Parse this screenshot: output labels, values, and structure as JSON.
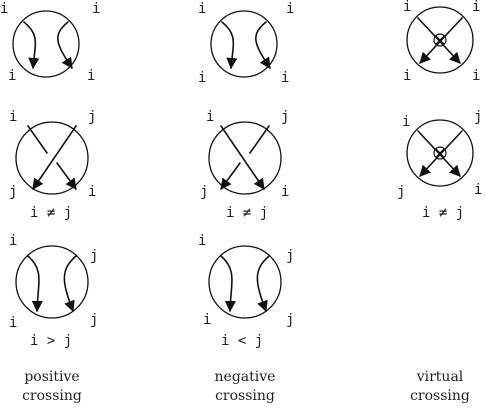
{
  "labels": {
    "i": "i",
    "j": "j",
    "neq_i_j": "i ≠ j",
    "gt_i_j": "i > j",
    "lt_i_j": "i < j"
  },
  "captions": {
    "positive_l1": "positive",
    "negative_l1": "negative",
    "virtual_l1": "virtual",
    "crossing": "crossing"
  }
}
